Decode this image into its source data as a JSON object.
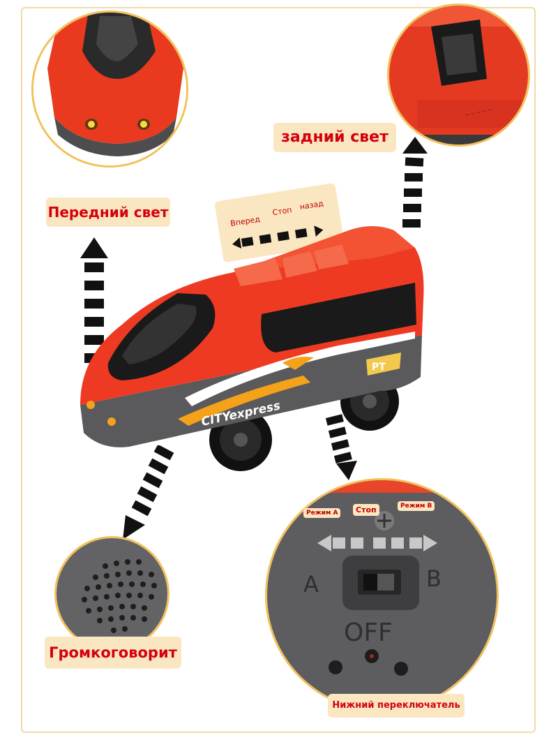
{
  "labels": {
    "front_light": "Передний свет",
    "rear_light": "задний свет",
    "speaker": "Громкоговорит",
    "bottom_switch": "Нижний переключатель"
  },
  "direction_panel": {
    "forward": "Вперед",
    "stop": "Стоп",
    "back": "назад"
  },
  "switch_panel": {
    "mode_a": "Режим A",
    "stop": "Стоп",
    "mode_b": "Режим B",
    "letter_a": "A",
    "letter_b": "B",
    "off": "OFF"
  },
  "train": {
    "brand_logo": "CITYexpress",
    "badge": "PT",
    "body_color": "#ee3a22",
    "base_color": "#5a5a5c"
  },
  "colors": {
    "label_bg": "#fbe6c2",
    "label_text": "#d4000d",
    "circle_border": "#f2c15a"
  }
}
